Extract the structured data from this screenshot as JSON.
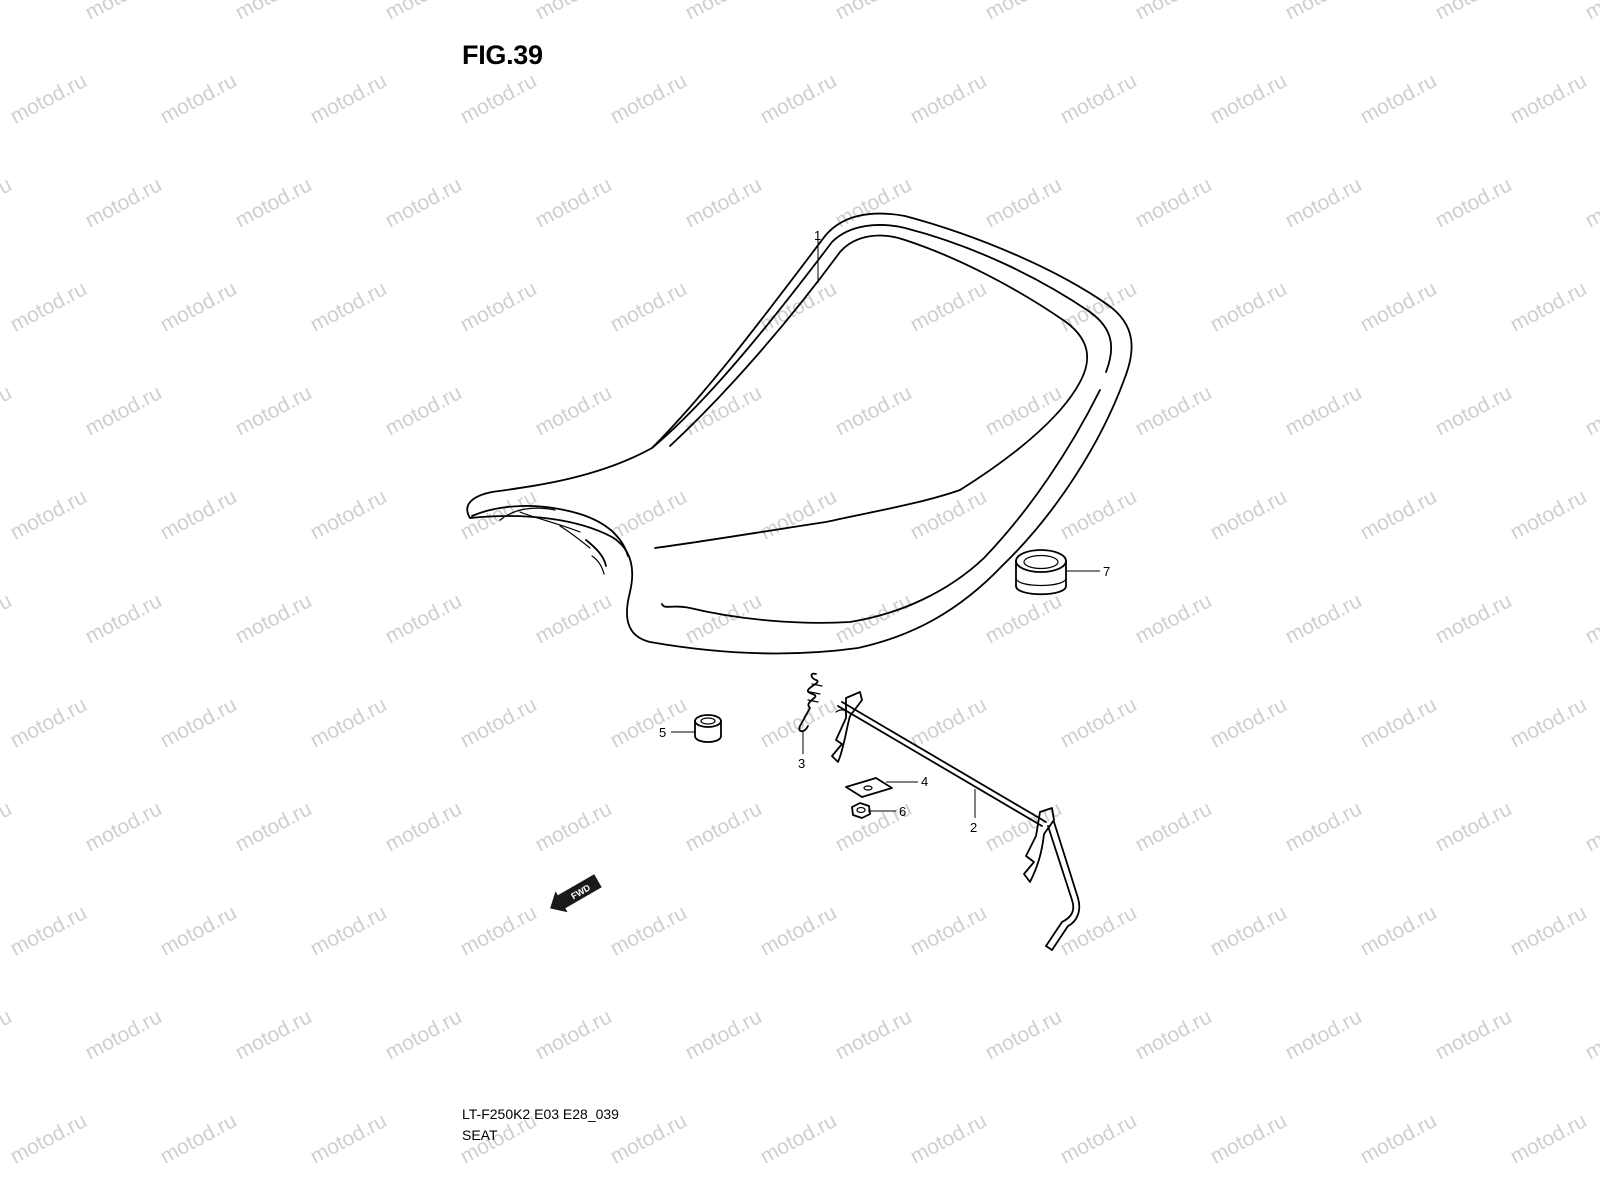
{
  "figure": {
    "title": "FIG.39",
    "code": "LT-F250K2 E03 E28_039",
    "name": "SEAT"
  },
  "watermark": {
    "text": "motod.ru",
    "color": "#cfcfcf"
  },
  "direction_badge": {
    "text": "FWD",
    "icon": "forward-arrow-icon"
  },
  "parts": [
    {
      "number": "1",
      "part": "seat"
    },
    {
      "number": "2",
      "part": "seat-lock-rod"
    },
    {
      "number": "3",
      "part": "spring"
    },
    {
      "number": "4",
      "part": "plate"
    },
    {
      "number": "5",
      "part": "cushion"
    },
    {
      "number": "6",
      "part": "nut"
    },
    {
      "number": "7",
      "part": "cushion"
    }
  ]
}
